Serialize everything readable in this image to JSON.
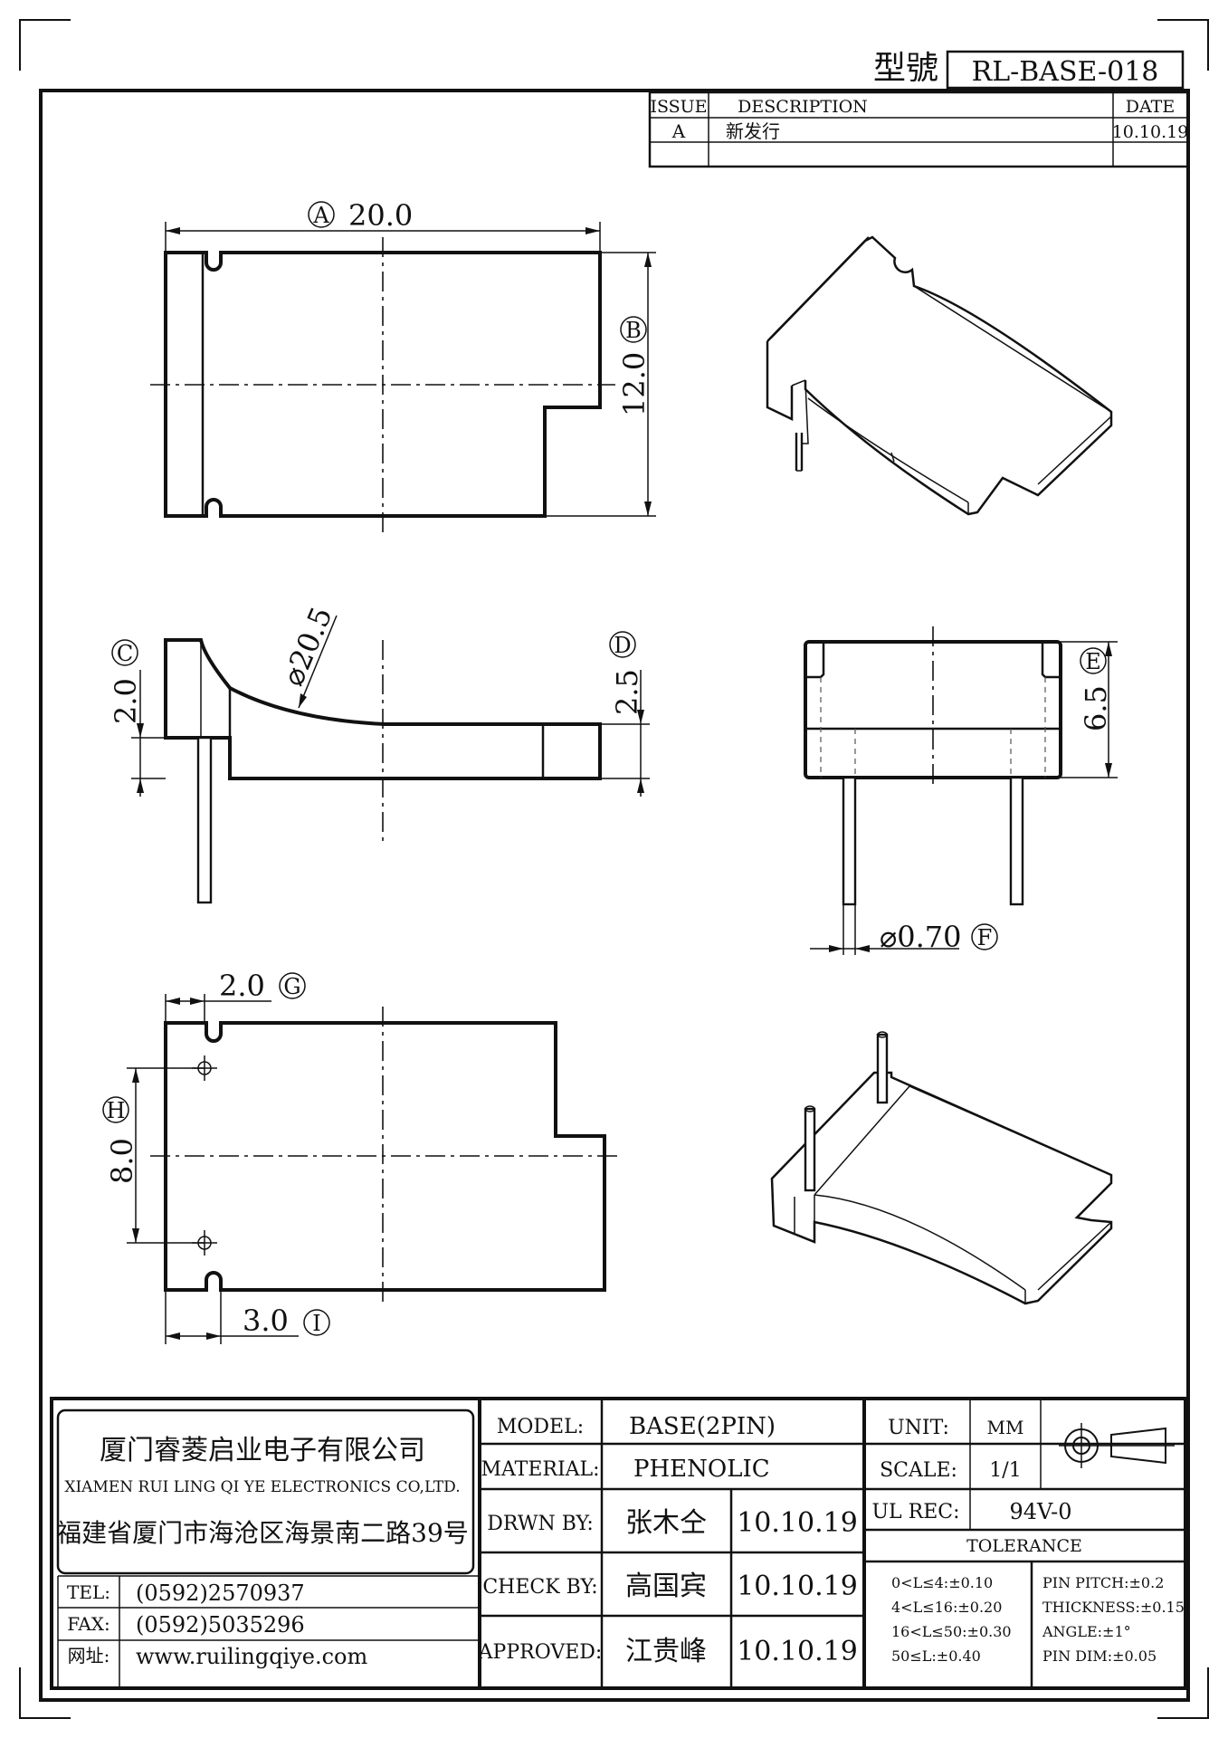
{
  "header": {
    "model_label": "型號",
    "model_number": "RL-BASE-018"
  },
  "revision_table": {
    "headers": {
      "issue": "ISSUE",
      "description": "DESCRIPTION",
      "date": "DATE"
    },
    "rows": [
      {
        "issue": "A",
        "description": "新发行",
        "date": "10.10.19"
      }
    ]
  },
  "dimensions": {
    "A": {
      "tag": "A",
      "value": "20.0"
    },
    "B": {
      "tag": "B",
      "value": "12.0"
    },
    "C": {
      "tag": "C",
      "value": "2.0"
    },
    "radius": {
      "value": "⌀20.5"
    },
    "D": {
      "tag": "D",
      "value": "2.5"
    },
    "E": {
      "tag": "E",
      "value": "6.5"
    },
    "F": {
      "tag": "F",
      "value": "⌀0.70"
    },
    "G": {
      "tag": "G",
      "value": "2.0"
    },
    "H": {
      "tag": "H",
      "value": "8.0"
    },
    "I": {
      "tag": "I",
      "value": "3.0"
    }
  },
  "company": {
    "name_cn": "厦门睿菱启业电子有限公司",
    "name_en": "XIAMEN RUI LING QI YE ELECTRONICS CO,LTD.",
    "address": "福建省厦门市海沧区海景南二路39号",
    "tel_label": "TEL:",
    "tel": "(0592)2570937",
    "fax_label": "FAX:",
    "fax": "(0592)5035296",
    "web_label": "网址:",
    "web": "www.ruilingqiye.com"
  },
  "title_block": {
    "model_label": "MODEL:",
    "model": "BASE(2PIN)",
    "material_label": "MATERIAL:",
    "material": "PHENOLIC",
    "drawn_label": "DRWN BY:",
    "drawn_by": "张木仝",
    "drawn_date": "10.10.19",
    "check_label": "CHECK BY:",
    "check_by": "高国宾",
    "check_date": "10.10.19",
    "approved_label": "APPROVED:",
    "approved_by": "江贵峰",
    "approved_date": "10.10.19",
    "unit_label": "UNIT:",
    "unit": "MM",
    "scale_label": "SCALE:",
    "scale": "1/1",
    "ul_label": "UL REC:",
    "ul": "94V-0",
    "tolerance_label": "TOLERANCE",
    "tolerance_left": [
      "0<L≤4:±0.10",
      "4<L≤16:±0.20",
      "16<L≤50:±0.30",
      "50≤L:±0.40"
    ],
    "tolerance_right": [
      "PIN PITCH:±0.2",
      "THICKNESS:±0.15",
      "ANGLE:±1°",
      "PIN DIM:±0.05"
    ]
  }
}
